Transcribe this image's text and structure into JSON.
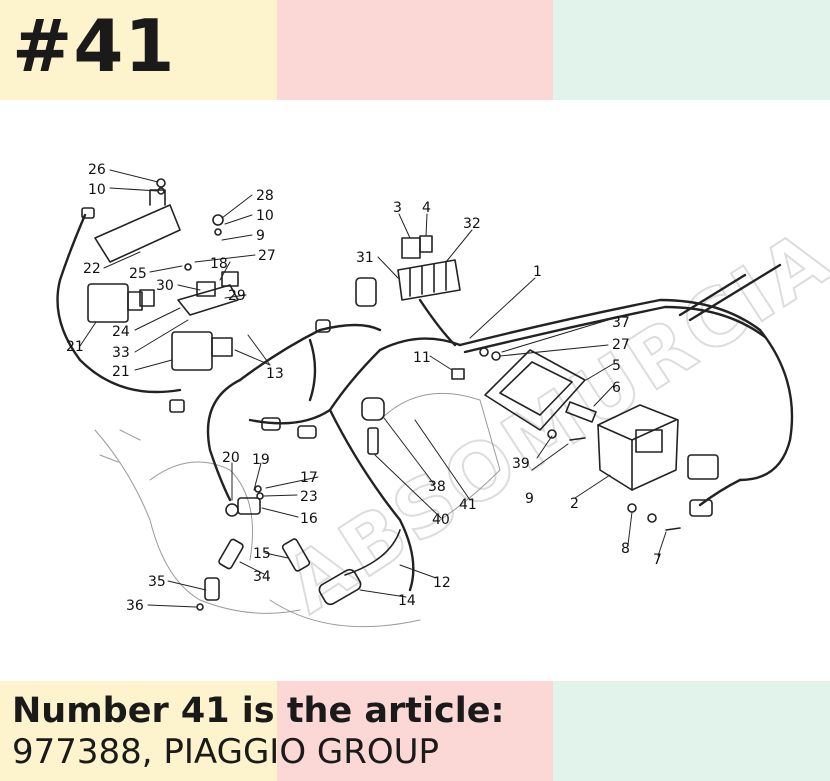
{
  "header": {
    "part_badge": "#41"
  },
  "caption": {
    "line1": "Number 41 is the article:",
    "line2": "977388, PIAGGIO GROUP"
  },
  "watermark": {
    "text": "ABSOMURCIA"
  },
  "diagram": {
    "callouts": [
      "26",
      "10",
      "28",
      "10",
      "9",
      "27",
      "22",
      "25",
      "18",
      "30",
      "29",
      "24",
      "33",
      "21",
      "21",
      "13",
      "3",
      "4",
      "32",
      "31",
      "1",
      "37",
      "27",
      "5",
      "11",
      "6",
      "39",
      "9",
      "2",
      "8",
      "7",
      "20",
      "19",
      "17",
      "23",
      "16",
      "15",
      "34",
      "35",
      "36",
      "38",
      "40",
      "41",
      "12",
      "14"
    ]
  },
  "colors": {
    "band_yellow": "#fdf3cc",
    "band_pink": "#fbd7d6",
    "band_green": "#e2f3ec",
    "ink": "#1a1a1a"
  }
}
